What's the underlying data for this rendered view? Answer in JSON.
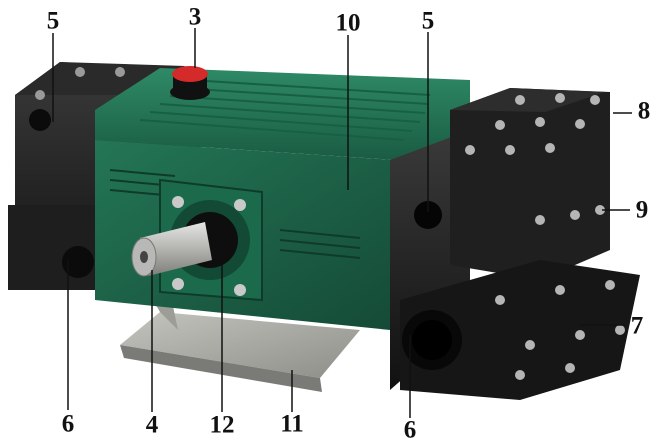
{
  "labels": {
    "l3": "3",
    "l5a": "5",
    "l5b": "5",
    "l10": "10",
    "l8": "8",
    "l9": "9",
    "l7": "7",
    "l6a": "6",
    "l6b": "6",
    "l4": "4",
    "l12": "12",
    "l11": "11"
  },
  "colors": {
    "pump_green": "#1f6b4e",
    "head_black": "#1c1c1c",
    "cap_red": "#d42a2a",
    "bracket_grey": "#a9aaa4",
    "shaft_silver": "#c8c8c6"
  }
}
